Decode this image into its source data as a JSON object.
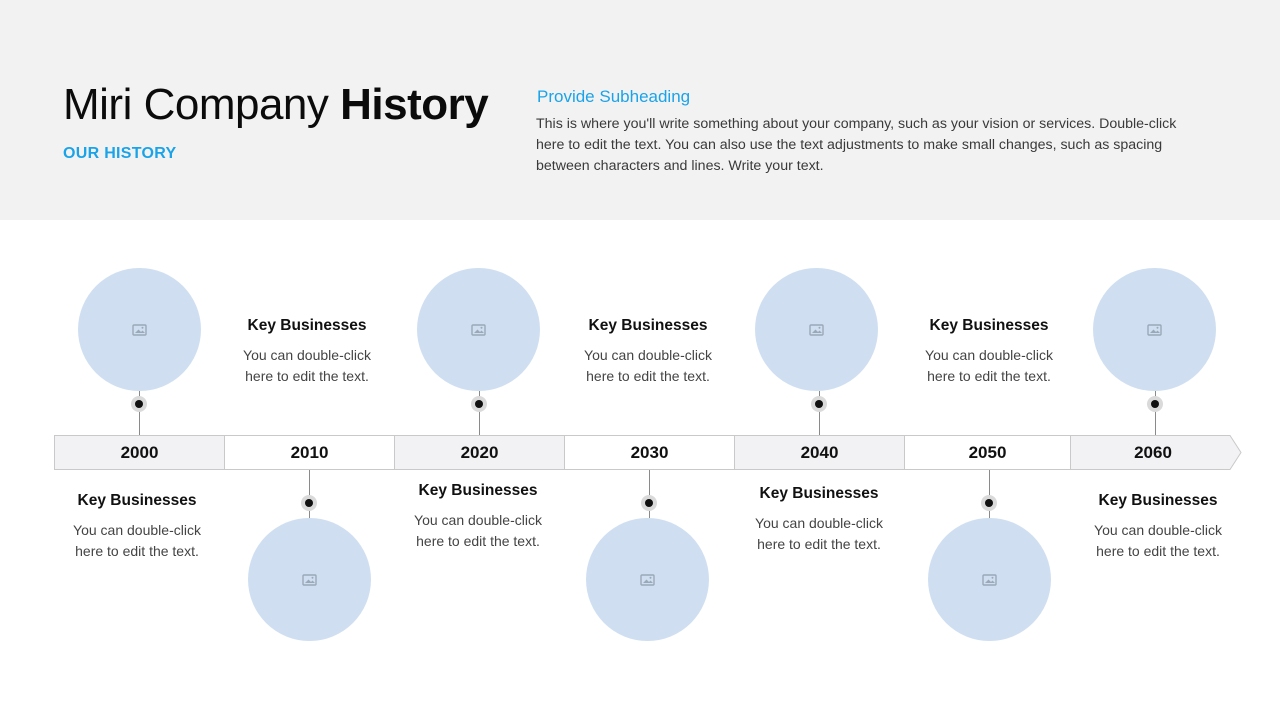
{
  "header": {
    "title_regular": "Miri Company",
    "title_bold": "History",
    "kicker": "OUR HISTORY",
    "subheading": "Provide Subheading",
    "paragraph": "This is where you'll write something about your company, such as your vision or services. Double-click here to edit the text. You can also use the text adjustments to make small changes, such as spacing between characters and lines. Write your text."
  },
  "timeline": {
    "years": [
      "2000",
      "2010",
      "2020",
      "2030",
      "2040",
      "2050",
      "2060"
    ],
    "entries": [
      {
        "title": "Key Businesses",
        "desc_line1": "You can double-click",
        "desc_line2": "here to edit the text."
      },
      {
        "title": "Key Businesses",
        "desc_line1": "You can double-click",
        "desc_line2": "here to edit the text."
      },
      {
        "title": "Key Businesses",
        "desc_line1": "You can double-click",
        "desc_line2": "here to edit the text."
      },
      {
        "title": "Key Businesses",
        "desc_line1": "You can double-click",
        "desc_line2": "here to edit the text."
      },
      {
        "title": "Key Businesses",
        "desc_line1": "You can double-click",
        "desc_line2": "here to edit the text."
      },
      {
        "title": "Key Businesses",
        "desc_line1": "You can double-click",
        "desc_line2": "here to edit the text."
      },
      {
        "title": "Key Businesses",
        "desc_line1": "You can double-click",
        "desc_line2": "here to edit the text."
      }
    ]
  },
  "colors": {
    "accent": "#1aa3e8",
    "header_bg": "#f3f2f3",
    "photo_placeholder": "#cfdff1"
  },
  "icons": {
    "photo": "image-placeholder-icon"
  }
}
